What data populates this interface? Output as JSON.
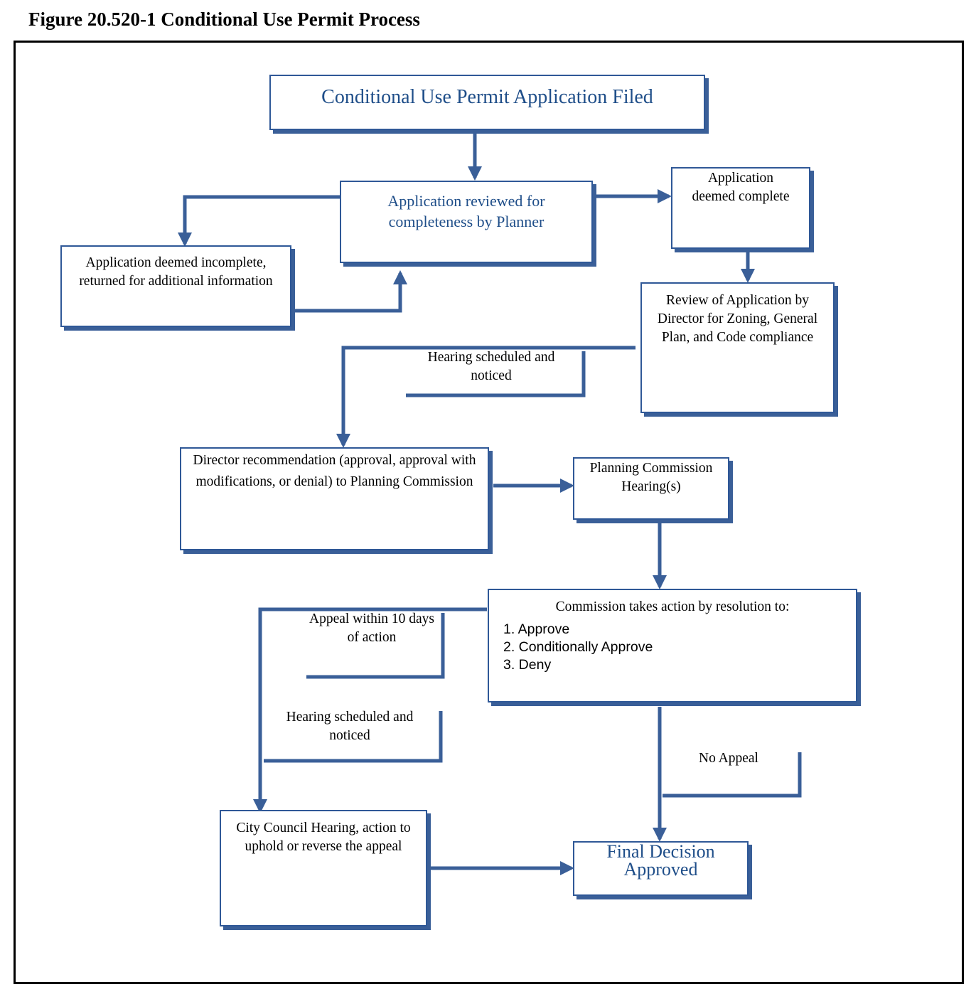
{
  "title": "Figure 20.520-1 Conditional Use Permit Process",
  "colors": {
    "line": "#3a5f98",
    "box_border": "#2f5897",
    "blue_text": "#1f4e89"
  },
  "nodes": {
    "filed": "Conditional Use Permit Application Filed",
    "reviewed": "Application reviewed for completeness by Planner",
    "complete": "Application deemed complete",
    "incomplete": "Application deemed incomplete, returned for additional information",
    "director_review": "Review of Application by Director for Zoning, General Plan, and Code compliance",
    "director_recommendation": "Director recommendation (approval, approval with modifications, or denial) to Planning Commission",
    "pc_hearing": "Planning Commission Hearing(s)",
    "commission_action": {
      "heading": "Commission takes action by resolution to:",
      "options": [
        "1. Approve",
        "2. Conditionally Approve",
        "3. Deny"
      ]
    },
    "council_hearing": "City Council Hearing, action to uphold or reverse the appeal",
    "final_decision": {
      "line1": "Final Decision",
      "line2": "Approved"
    }
  },
  "labels": {
    "hearing_scheduled_1": "Hearing scheduled and noticed",
    "appeal": "Appeal within 10 days of action",
    "hearing_scheduled_2": "Hearing scheduled and noticed",
    "no_appeal": "No Appeal"
  }
}
